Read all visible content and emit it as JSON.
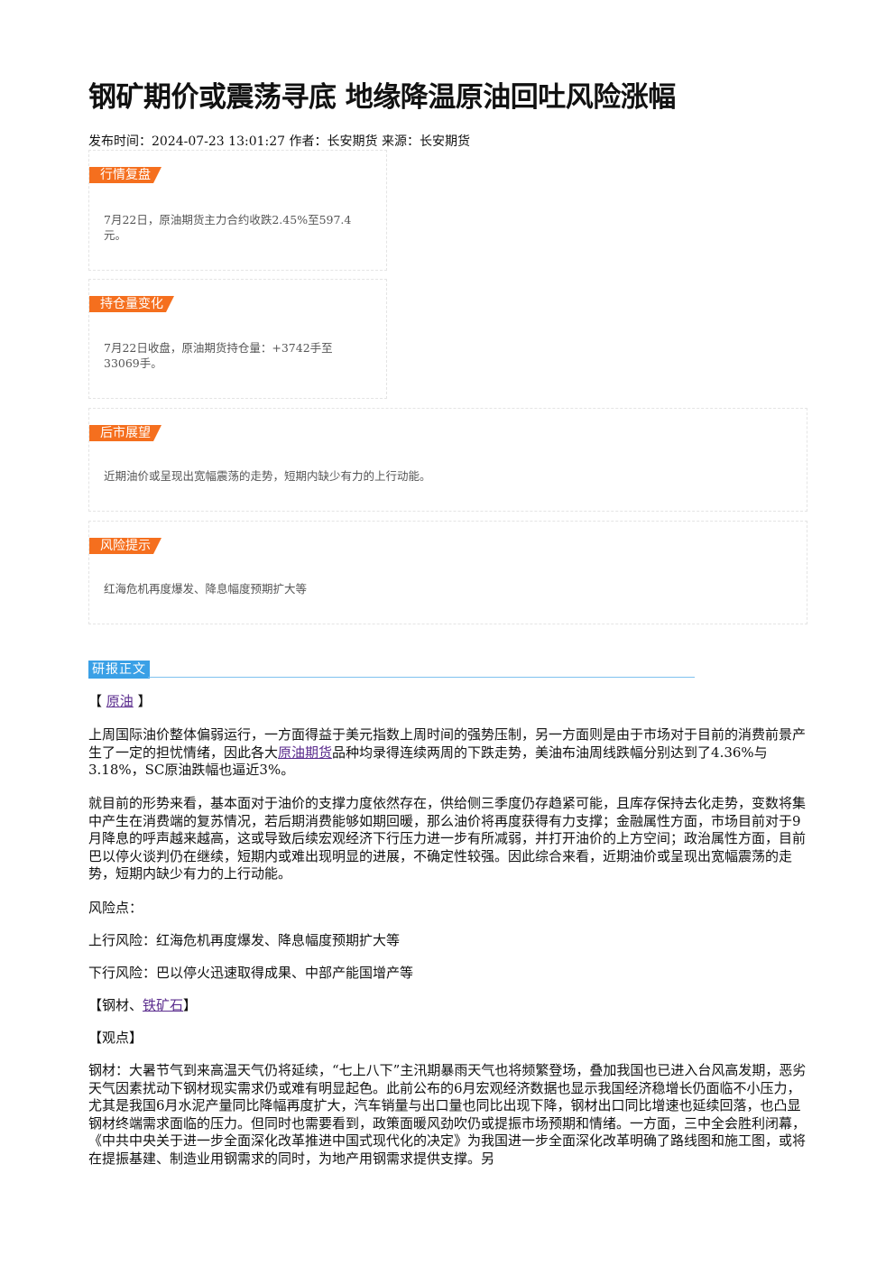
{
  "article": {
    "title": "钢矿期价或震荡寻底 地缘降温原油回吐风险涨幅",
    "meta": "发布时间：2024-07-23 13:01:27 作者：长安期货 来源：长安期货"
  },
  "boxes": [
    {
      "tag": "行情复盘",
      "text": "7月22日，原油期货主力合约收跌2.45%至597.4元。"
    },
    {
      "tag": "持仓量变化",
      "text": "7月22日收盘，原油期货持仓量：+3742手至33069手。"
    },
    {
      "tag": "后市展望",
      "text": "近期油价或呈现出宽幅震荡的走势，短期内缺少有力的上行动能。"
    },
    {
      "tag": "风险提示",
      "text": "红海危机再度爆发、降息幅度预期扩大等"
    }
  ],
  "section": {
    "label": "研报正文"
  },
  "content": {
    "oil_head_prefix": "【",
    "oil_head_link": "原油",
    "oil_head_suffix": "】",
    "p1_before": "上周国际油价整体偏弱运行，一方面得益于美元指数上周时间的强势压制，另一方面则是由于市场对于目前的消费前景产生了一定的担忧情绪，因此各大",
    "p1_link": "原油期货",
    "p1_after": "品种均录得连续两周的下跌走势，美油布油周线跌幅分别达到了4.36%与3.18%，SC原油跌幅也逼近3%。",
    "p2": "就目前的形势来看，基本面对于油价的支撑力度依然存在，供给侧三季度仍存趋紧可能，且库存保持去化走势，变数将集中产生在消费端的复苏情况，若后期消费能够如期回暖，那么油价将再度获得有力支撑；金融属性方面，市场目前对于9月降息的呼声越来越高，这或导致后续宏观经济下行压力进一步有所减弱，并打开油价的上方空间；政治属性方面，目前巴以停火谈判仍在继续，短期内或难出现明显的进展，不确定性较强。因此综合来看，近期油价或呈现出宽幅震荡的走势，短期内缺少有力的上行动能。",
    "risk_label": "风险点：",
    "risk_up": "上行风险：红海危机再度爆发、降息幅度预期扩大等",
    "risk_down": "下行风险：巴以停火迅速取得成果、中部产能国增产等",
    "steel_head_prefix": "【钢材、",
    "steel_head_link": "铁矿石",
    "steel_head_suffix": "】",
    "view_head": "【观点】",
    "p3": "钢材：大暑节气到来高温天气仍将延续，“七上八下”主汛期暴雨天气也将频繁登场，叠加我国也已进入台风高发期，恶劣天气因素扰动下钢材现实需求仍或难有明显起色。此前公布的6月宏观经济数据也显示我国经济稳增长仍面临不小压力，尤其是我国6月水泥产量同比降幅再度扩大，汽车销量与出口量也同比出现下降，钢材出口同比增速也延续回落，也凸显钢材终端需求面临的压力。但同时也需要看到，政策面暖风劲吹仍或提振市场预期和情绪。一方面，三中全会胜利闭幕，《中共中央关于进一步全面深化改革推进中国式现代化的决定》为我国进一步全面深化改革明确了路线图和施工图，或将在提振基建、制造业用钢需求的同时，为地产用钢需求提供支撑。另"
  }
}
